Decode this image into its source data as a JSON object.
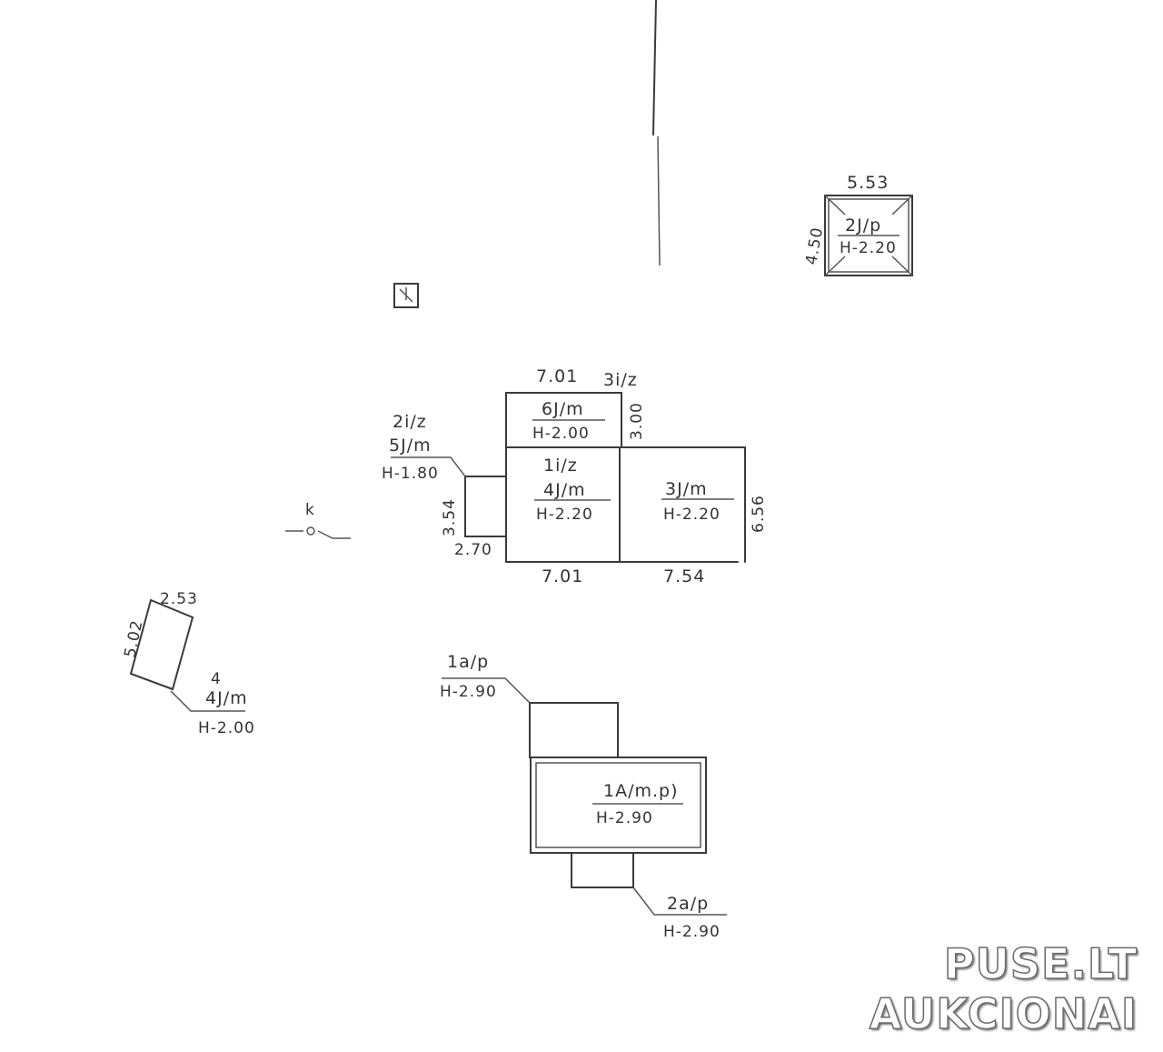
{
  "labels": {
    "l553": "5.53",
    "l450": "4.50",
    "l2jp": "2J/p",
    "lh220a": "H-2.20",
    "l701top": "7.01",
    "l3iz": "3i/z",
    "l6jm": "6J/m",
    "lh200a": "H-2.00",
    "l300": "3.00",
    "l2iz": "2i/z",
    "l5jm": "5J/m",
    "lh180": "H-1.80",
    "l1iz": "1i/z",
    "l4jm": "4J/m",
    "lh220b": "H-2.20",
    "l3jm": "3J/m",
    "lh220c": "H-2.20",
    "l656": "6.56",
    "l354": "3.54",
    "l270": "2.70",
    "l701bot": "7.01",
    "l754": "7.54",
    "lk": "k",
    "l253": "2.53",
    "l502": "5.02",
    "l4": "4",
    "l4jm2": "4J/m",
    "lh200b": "H-2.00",
    "l1ap": "1a/p",
    "lh290a": "H-2.90",
    "l1Amp": "1A/m.p)",
    "lh290b": "H-2.90",
    "l2ap": "2a/p",
    "lh290c": "H-2.90"
  },
  "watermark": {
    "line1": "PUSE.LT",
    "line2": "AUKCIONAI"
  }
}
